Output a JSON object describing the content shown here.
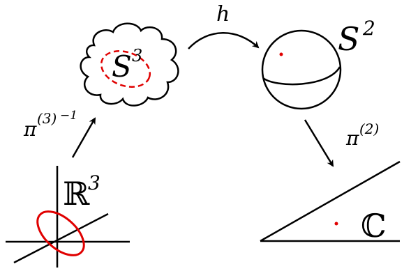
{
  "labels": {
    "s3": "S",
    "s3_exp": "3",
    "s2": "S",
    "s2_exp": "2",
    "h": "h",
    "pi2": "π",
    "pi2_exp": "(2)",
    "pi3inv": "π",
    "pi3inv_exp": "(3)",
    "pi3inv_exp2": "−1",
    "r3": "ℝ",
    "r3_exp": "3",
    "c": "ℂ"
  },
  "colors": {
    "ink": "#000000",
    "accent": "#e00000"
  }
}
